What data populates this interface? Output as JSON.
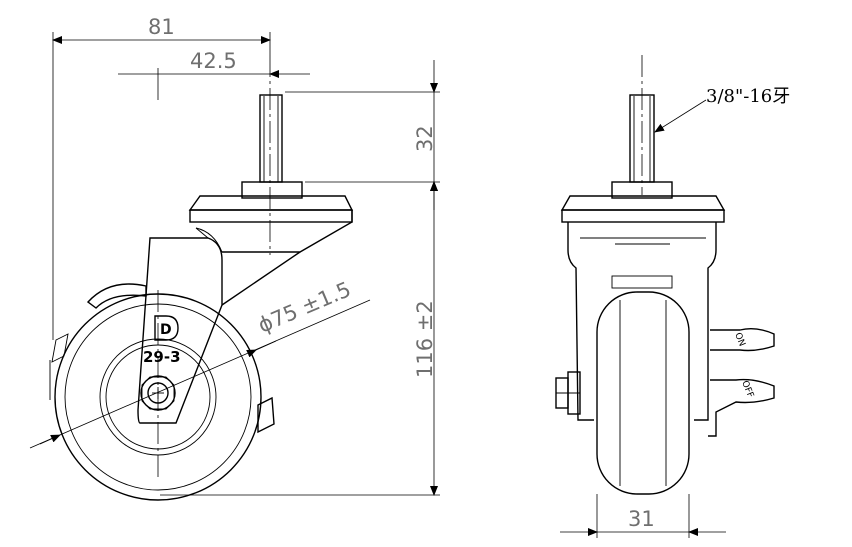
{
  "dimensions": {
    "overall_width": "81",
    "axis_offset": "42.5",
    "stem_height": "32",
    "body_height": "116 ±2",
    "wheel_diameter": "ϕ75 ±1.5",
    "wheel_width": "31"
  },
  "labels": {
    "thread": "3/8\"-16牙",
    "model": "29-3",
    "logo_letter": "D",
    "lock_on": "ON",
    "lock_off": "OFF"
  }
}
